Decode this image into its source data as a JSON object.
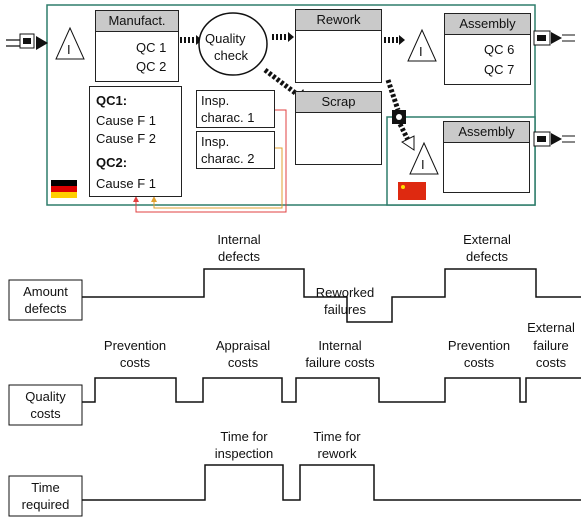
{
  "process": {
    "manufact": {
      "title": "Manufact.",
      "qc_a": "QC 1",
      "qc_b": "QC 2"
    },
    "quality_check": {
      "line1": "Quality",
      "line2": "check"
    },
    "rework": {
      "title": "Rework"
    },
    "scrap": {
      "title": "Scrap"
    },
    "assembly_top": {
      "title": "Assembly",
      "qc_a": "QC 6",
      "qc_b": "QC 7"
    },
    "assembly_bottom": {
      "title": "Assembly"
    },
    "causes": {
      "qc1_title": "QC1:",
      "qc1_cause1": "Cause F 1",
      "qc1_cause2": "Cause F 2",
      "qc2_title": "QC2:",
      "qc2_cause1": "Cause F 1"
    },
    "insp1": {
      "line1": "Insp.",
      "line2": "charac. 1"
    },
    "insp2": {
      "line1": "Insp.",
      "line2": "charac. 2"
    },
    "inventory_symbol": "I"
  },
  "rows": {
    "amount": {
      "label_line1": "Amount",
      "label_line2": "defects",
      "internal_l1": "Internal",
      "internal_l2": "defects",
      "reworked_l1": "Reworked",
      "reworked_l2": "failures",
      "external_l1": "External",
      "external_l2": "defects"
    },
    "quality": {
      "label_line1": "Quality",
      "label_line2": "costs",
      "prevention_l1": "Prevention",
      "prevention_l2": "costs",
      "appraisal_l1": "Appraisal",
      "appraisal_l2": "costs",
      "internal_l1": "Internal",
      "internal_l2": "failure costs",
      "prevention2_l1": "Prevention",
      "prevention2_l2": "costs",
      "external_l1": "External",
      "external_l2": "failure",
      "external_l3": "costs"
    },
    "time": {
      "label_line1": "Time",
      "label_line2": "required",
      "inspection_l1": "Time for",
      "inspection_l2": "inspection",
      "rework_l1": "Time for",
      "rework_l2": "rework"
    }
  },
  "colors": {
    "panel_border": "#2e7d6b",
    "header_fill": "#c9c9c9",
    "red_line": "#e04040",
    "orange_line": "#e0a030",
    "flag_de_black": "#000000",
    "flag_de_red": "#dd0000",
    "flag_de_gold": "#ffce00",
    "flag_cn_red": "#de2910"
  }
}
